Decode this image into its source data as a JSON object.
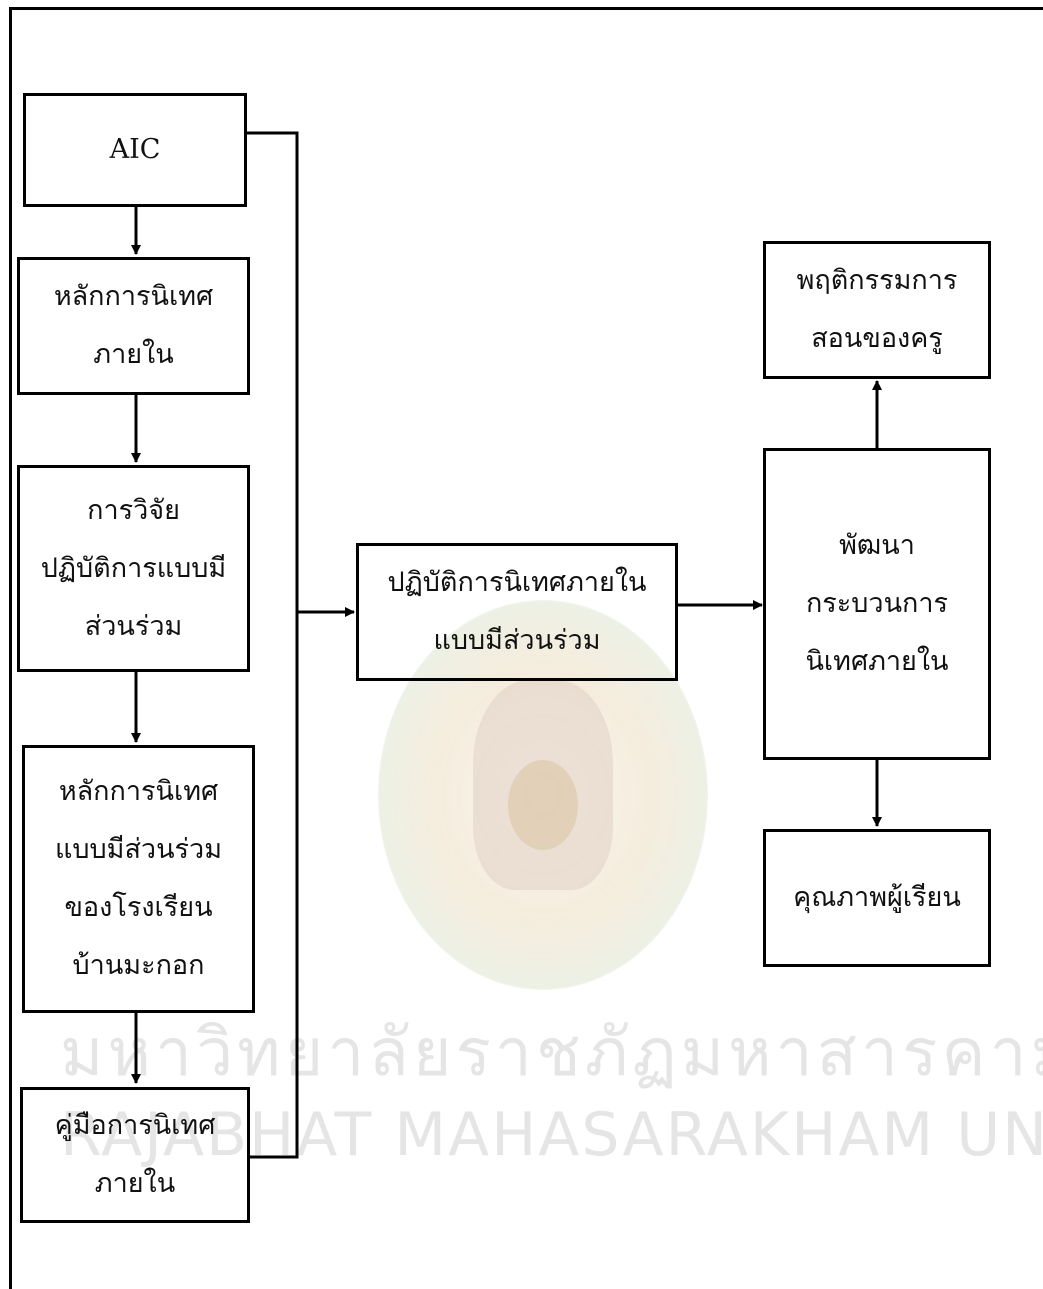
{
  "diagram": {
    "boxes": {
      "aic": [
        "AIC"
      ],
      "principles_internal": [
        "หลักการนิเทศ",
        "ภายใน"
      ],
      "par": [
        "การวิจัย",
        "ปฏิบัติการแบบมี",
        "ส่วนร่วม"
      ],
      "principles_school": [
        "หลักการนิเทศ",
        "แบบมีส่วนร่วม",
        "ของโรงเรียน",
        "บ้านมะกอก"
      ],
      "manual": [
        "คู่มือการนิเทศ",
        "ภายใน"
      ],
      "practice": [
        "ปฏิบัติการนิเทศภายใน",
        "แบบมีส่วนร่วม"
      ],
      "develop": [
        "พัฒนา",
        "กระบวนการ",
        "นิเทศภายใน"
      ],
      "teacher_behavior": [
        "พฤติกรรมการ",
        "สอนของครู"
      ],
      "student_quality": [
        "คุณภาพผู้เรียน"
      ]
    }
  },
  "watermark": {
    "thai": "มหาวิทยาลัยราชภัฏมหาสารคาม",
    "english": "RAJABHAT MAHASARAKHAM UNIVERSITY"
  }
}
